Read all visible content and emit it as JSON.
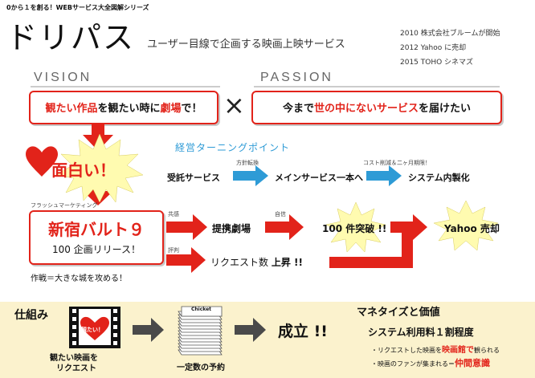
{
  "header": {
    "series_title": "0から１を創る！WEBサービス大全図解シリーズ",
    "logo": "ドリパス",
    "subtitle": "ユーザー目線で企画する映画上映サービス",
    "history": [
      "2010 株式会社ブルームが開始",
      "2012 Yahoo に売却",
      "2015 TOHO シネマズ"
    ]
  },
  "vision": {
    "heading": "VISION",
    "pre": "観たい作品",
    "mid": "を観たい時に",
    "hl": "劇場",
    "post": "で！"
  },
  "times_symbol": "×",
  "passion": {
    "heading": "PASSION",
    "pre": "今まで",
    "hl": "世の中にないサービス",
    "post": "を届けたい"
  },
  "omoshiroi": "面白い！",
  "turning": {
    "title": "経営ターニングポイント",
    "from": "受託サービス",
    "arrow1_label": "方針転換",
    "to": "メインサービス一本へ",
    "arrow2_label": "コスト削減＆二ヶ月期限！",
    "result": "システム内製化"
  },
  "shinjuku": {
    "tag": "フラッシュマーケティング",
    "title": "新宿バルト９",
    "sub": "100 企画リリース！",
    "strategy": "作戦＝大きな城を攻める！"
  },
  "flow": {
    "kyokan": "共感",
    "teikei": "提携劇場",
    "jishin": "自信",
    "toppa": "100 件突破 !!",
    "yahoo": "Yahoo 売却",
    "hyoban": "評判",
    "request": "リクエスト数",
    "josho": "上昇 !!"
  },
  "bottom": {
    "shikumi": "仕組み",
    "heart_text": "観たい！",
    "movie_label_1": "観たい映画を",
    "movie_label_2": "リクエスト",
    "chicket": "Chicket",
    "reserve": "一定数の予約",
    "seiritsu": "成立 !!",
    "monetize_title": "マネタイズと価値",
    "system_fee": "システム利用料１割程度",
    "b1_pre": "・リクエストした映画を",
    "b1_hl": "映画館で",
    "b1_post": "観られる",
    "b2_pre": "・映画のファンが集まれる＝",
    "b2_hl": "仲間意識"
  },
  "colors": {
    "accent": "#e2231a",
    "blue": "#2e9bd6",
    "star": "#fffbb0",
    "bottom_bg": "#fbf2cd"
  }
}
